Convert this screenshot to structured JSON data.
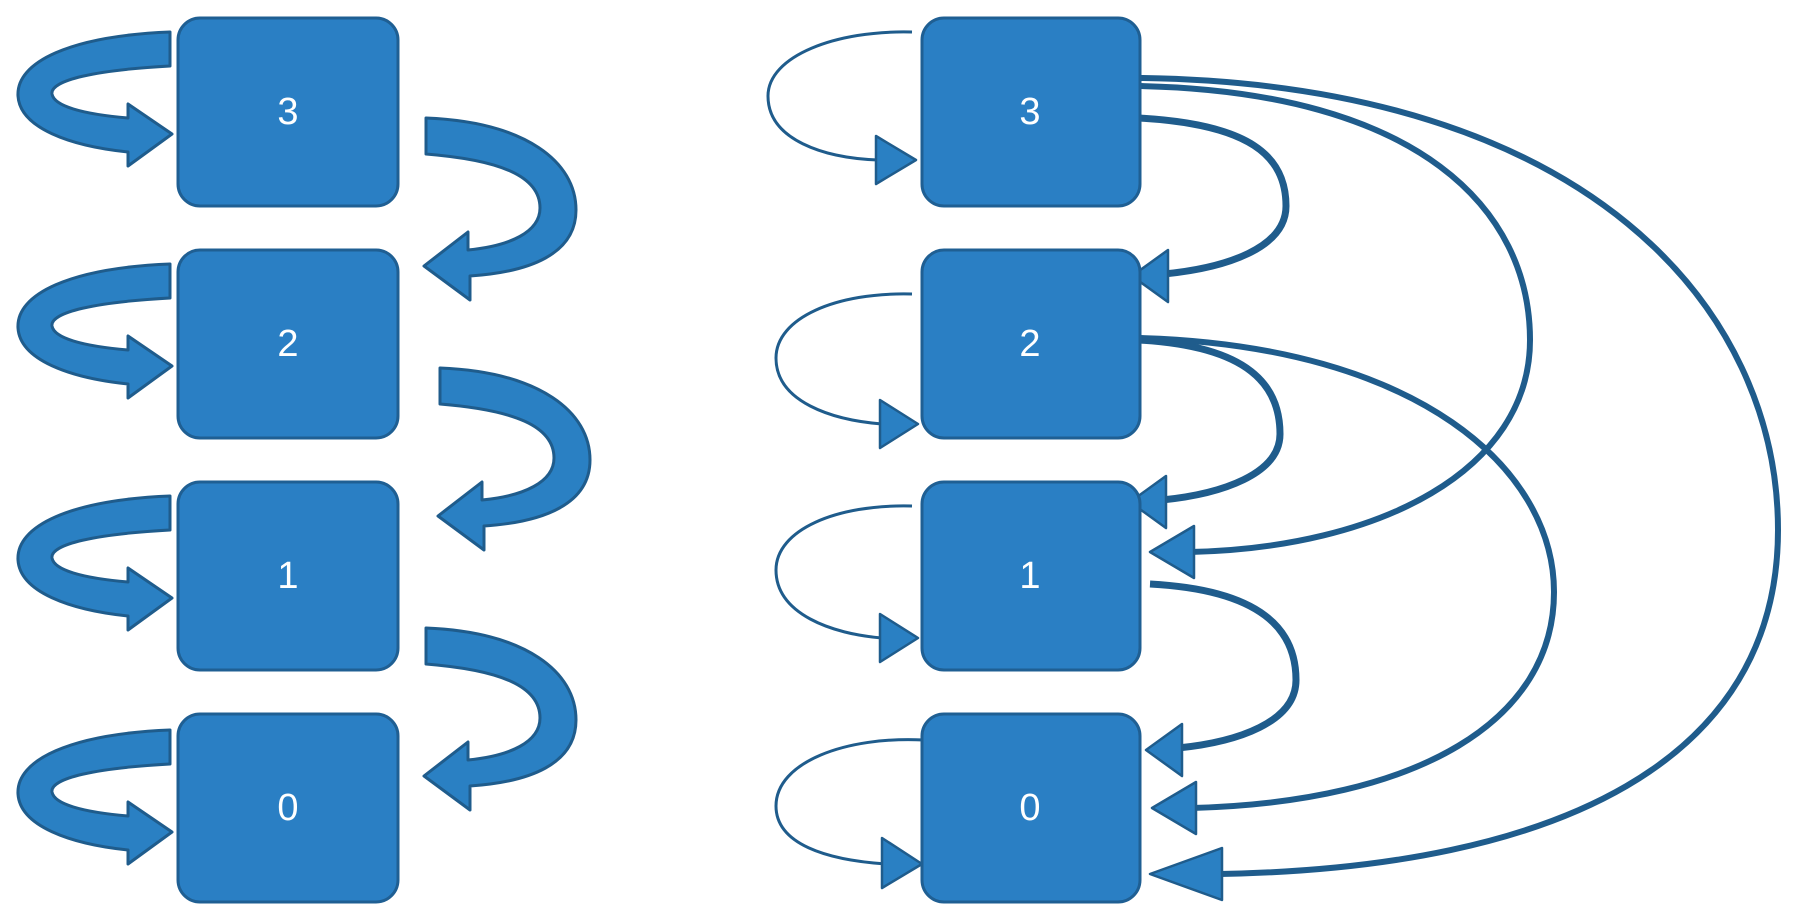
{
  "left_chain": {
    "states": [
      {
        "label": "3"
      },
      {
        "label": "2"
      },
      {
        "label": "1"
      },
      {
        "label": "0"
      }
    ]
  },
  "right_chain": {
    "states": [
      {
        "label": "3"
      },
      {
        "label": "2"
      },
      {
        "label": "1"
      },
      {
        "label": "0"
      }
    ]
  },
  "colors": {
    "box_fill": "#2a7fc4",
    "box_stroke": "#1f5f93",
    "arrow_fill": "#2a80c3",
    "arrow_stroke": "#1f5c8c",
    "label_text": "#ffffff",
    "background": "#ffffff"
  }
}
